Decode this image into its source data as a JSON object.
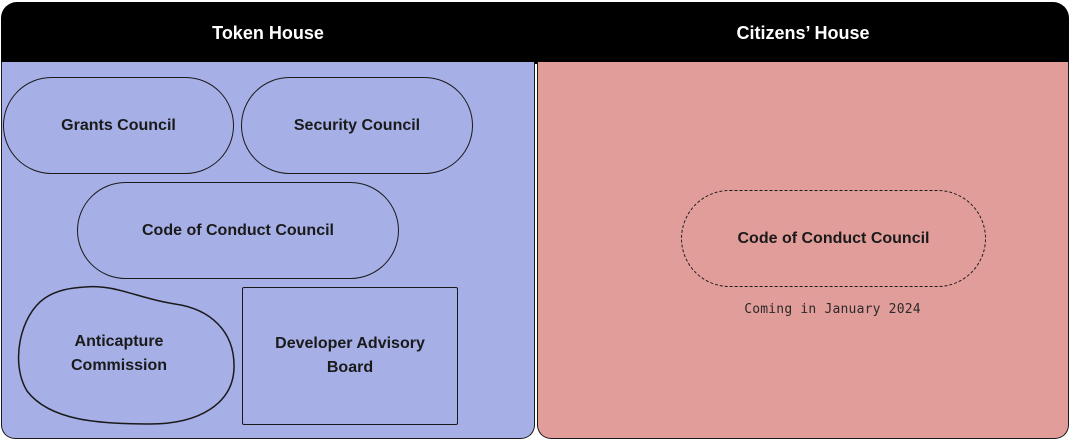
{
  "token_house": {
    "title": "Token House",
    "councils": {
      "grants": "Grants Council",
      "security": "Security Council",
      "code_of_conduct": "Code of Conduct Council",
      "anticapture": "Anticapture Commission",
      "developer_advisory": "Developer Advisory Board"
    },
    "color": "#a6afe6"
  },
  "citizens_house": {
    "title": "Citizens’ House",
    "code_of_conduct": "Code of Conduct Council",
    "coming_note": "Coming in January 2024",
    "color": "#e19d9a"
  },
  "header_color": "#000000",
  "outline_color": "#1a1a1a"
}
